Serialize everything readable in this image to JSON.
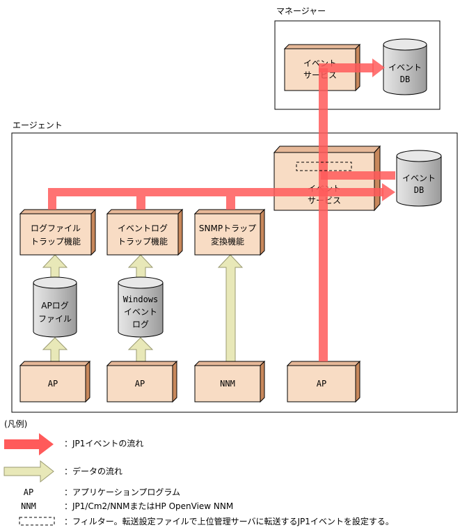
{
  "manager": {
    "title": "マネージャー",
    "event_service": [
      "イベント",
      "サービス"
    ],
    "event_db": [
      "イベント",
      "DB"
    ]
  },
  "agent": {
    "title": "エージェント",
    "event_service": [
      "イベント",
      "サービス"
    ],
    "event_db": [
      "イベント",
      "DB"
    ],
    "logfile_trap": [
      "ログファイル",
      "トラップ機能"
    ],
    "eventlog_trap": [
      "イベントログ",
      "トラップ機能"
    ],
    "snmp_trap": [
      "SNMPトラップ",
      "変換機能"
    ],
    "ap_logfile": [
      "APログ",
      "ファイル"
    ],
    "windows_eventlog": [
      "Windows",
      "イベント",
      "ログ"
    ],
    "ap1": "AP",
    "ap2": "AP",
    "nnm": "NNM",
    "ap3": "AP"
  },
  "legend": {
    "title": "(凡例)",
    "jp1_flow": "：JP1イベントの流れ",
    "data_flow": "：データの流れ",
    "ap_key": "AP",
    "ap_desc": "：アプリケーションプログラム",
    "nnm_key": "NNM",
    "nnm_desc": "：JP1/Cm2/NNMまたはHP OpenView NNM",
    "filter_desc": "：フィルター。転送設定ファイルで上位管理サーバに転送するJP1イベントを設定する。"
  },
  "colors": {
    "jp1_flow": "#ff6b6b",
    "data_flow": "#e8e8b8",
    "box_face": "#f8dcc4",
    "box_side": "#c8885c",
    "db_fill": "#c8c8c8"
  }
}
